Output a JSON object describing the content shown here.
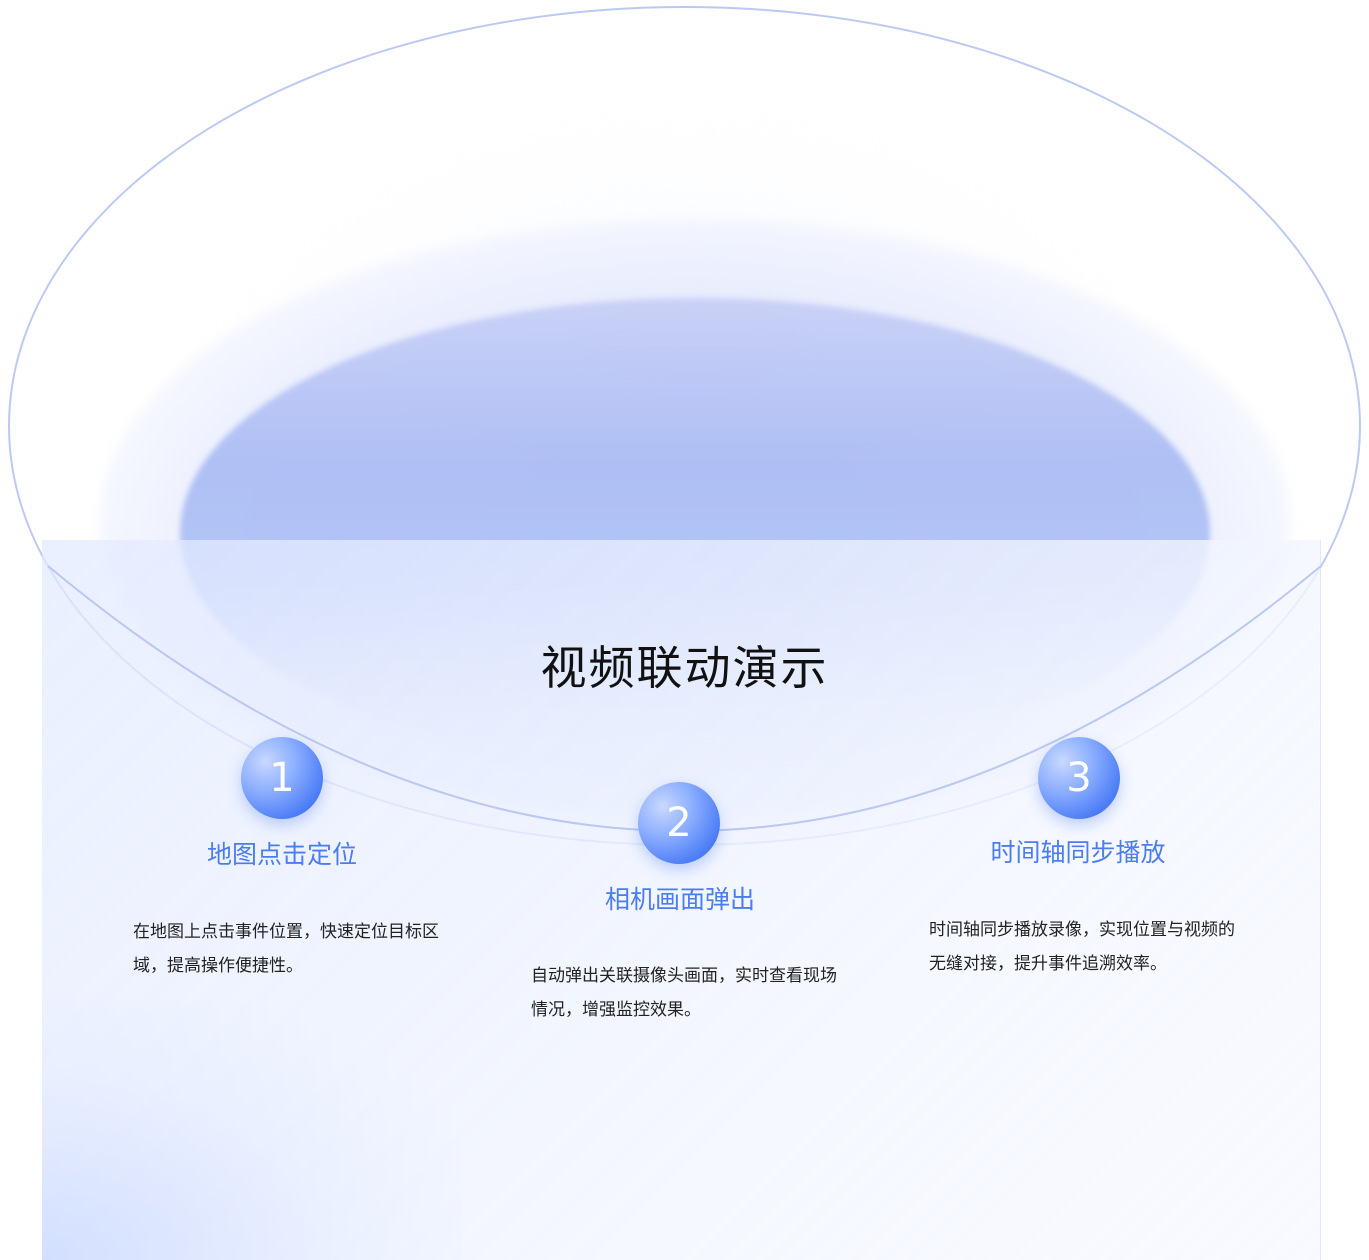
{
  "section": {
    "title": "视频联动演示"
  },
  "steps": [
    {
      "number": "1",
      "title": "地图点击定位",
      "description": "在地图上点击事件位置，快速定位目标区域，提高操作便捷性。"
    },
    {
      "number": "2",
      "title": "相机画面弹出",
      "description": "自动弹出关联摄像头画面，实时查看现场情况，增强监控效果。"
    },
    {
      "number": "3",
      "title": "时间轴同步播放",
      "description": "时间轴同步播放录像，实现位置与视频的无缝对接，提升事件追溯效率。"
    }
  ],
  "colors": {
    "accent": "#4b7cf0",
    "badge": "#4c7df6",
    "title_text": "#111111",
    "body_text": "#222222"
  }
}
